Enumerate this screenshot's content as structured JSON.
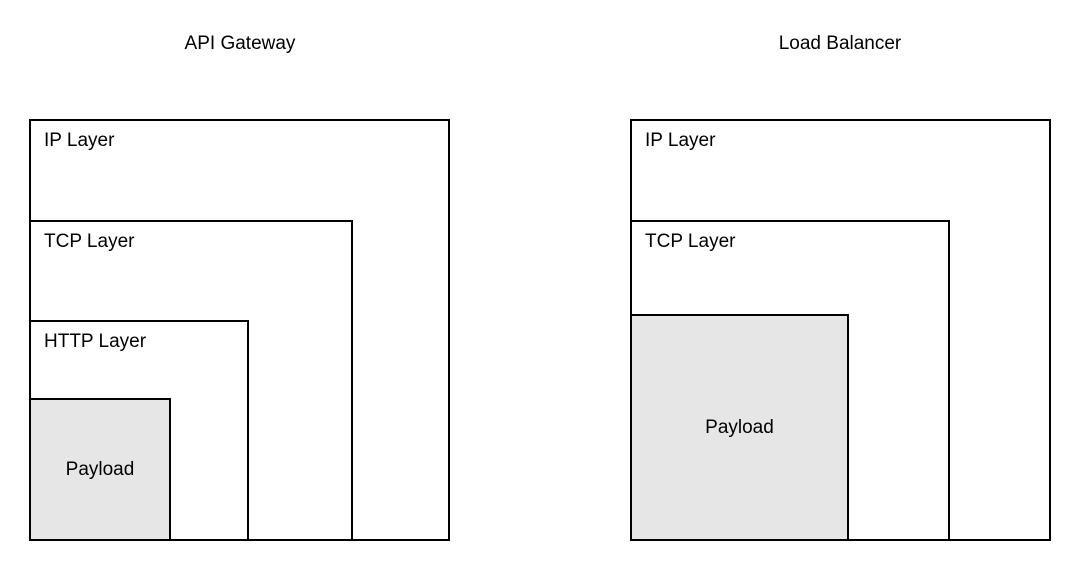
{
  "diagram": {
    "type": "nested-encapsulation-diagram",
    "background_color": "#ffffff",
    "stroke_color": "#000000",
    "payload_fill_color": "#e6e6e6",
    "panels": [
      {
        "id": "api-gateway",
        "title": "API Gateway",
        "layers": [
          {
            "id": "ip",
            "label": "IP Layer",
            "label_position": "top-left",
            "filled": false
          },
          {
            "id": "tcp",
            "label": "TCP Layer",
            "label_position": "top-left",
            "filled": false
          },
          {
            "id": "http",
            "label": "HTTP Layer",
            "label_position": "top-left",
            "filled": false
          },
          {
            "id": "payload",
            "label": "Payload",
            "label_position": "centered",
            "filled": true
          }
        ]
      },
      {
        "id": "load-balancer",
        "title": "Load Balancer",
        "layers": [
          {
            "id": "ip",
            "label": "IP Layer",
            "label_position": "top-left",
            "filled": false
          },
          {
            "id": "tcp",
            "label": "TCP Layer",
            "label_position": "top-left",
            "filled": false
          },
          {
            "id": "payload",
            "label": "Payload",
            "label_position": "centered",
            "filled": true
          }
        ]
      }
    ]
  }
}
